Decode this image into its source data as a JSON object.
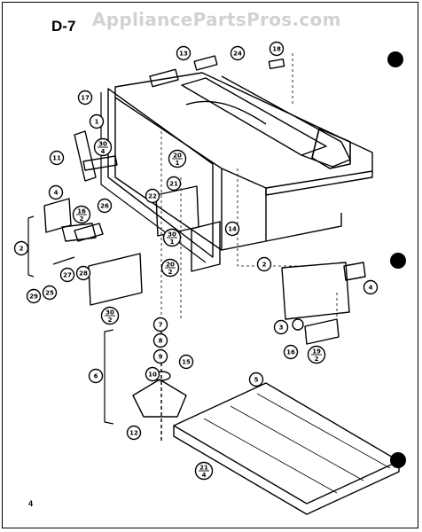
{
  "header": {
    "title": "D-7",
    "watermark": "AppliancePartsPros.com"
  },
  "footer": {
    "page_number": "4"
  },
  "callouts": [
    {
      "id": "c13",
      "label": "13",
      "frac": false
    },
    {
      "id": "c24",
      "label": "24",
      "frac": false
    },
    {
      "id": "c18",
      "label": "18",
      "frac": false
    },
    {
      "id": "c17",
      "label": "17",
      "frac": false
    },
    {
      "id": "c1",
      "label": "1",
      "frac": false
    },
    {
      "id": "c30a",
      "top": "30",
      "bottom": "4",
      "frac": true
    },
    {
      "id": "c11",
      "label": "11",
      "frac": false
    },
    {
      "id": "c20a",
      "top": "20",
      "bottom": "1",
      "frac": true
    },
    {
      "id": "c21",
      "label": "21",
      "frac": false
    },
    {
      "id": "c22",
      "label": "22",
      "frac": false
    },
    {
      "id": "c4a",
      "label": "4",
      "frac": false
    },
    {
      "id": "c16a",
      "top": "16",
      "bottom": "2",
      "frac": true
    },
    {
      "id": "c26",
      "label": "26",
      "frac": false
    },
    {
      "id": "c30b",
      "top": "30",
      "bottom": "1",
      "frac": true
    },
    {
      "id": "c14",
      "label": "14",
      "frac": false
    },
    {
      "id": "c2a",
      "label": "2",
      "frac": false
    },
    {
      "id": "c20b",
      "top": "20",
      "bottom": "2",
      "frac": true
    },
    {
      "id": "c2b",
      "label": "2",
      "frac": false
    },
    {
      "id": "c29",
      "label": "29",
      "frac": false
    },
    {
      "id": "c25",
      "label": "25",
      "frac": false
    },
    {
      "id": "c27",
      "label": "27",
      "frac": false
    },
    {
      "id": "c28",
      "label": "28",
      "frac": false
    },
    {
      "id": "c4b",
      "label": "4",
      "frac": false
    },
    {
      "id": "c30c",
      "top": "30",
      "bottom": "2",
      "frac": true
    },
    {
      "id": "c3",
      "label": "3",
      "frac": false
    },
    {
      "id": "c7",
      "label": "7",
      "frac": false
    },
    {
      "id": "c8",
      "label": "8",
      "frac": false
    },
    {
      "id": "c9",
      "label": "9",
      "frac": false
    },
    {
      "id": "c10",
      "label": "10",
      "frac": false
    },
    {
      "id": "c15",
      "label": "15",
      "frac": false
    },
    {
      "id": "c6",
      "label": "6",
      "frac": false
    },
    {
      "id": "c16b",
      "label": "16",
      "frac": false
    },
    {
      "id": "c19",
      "top": "19",
      "bottom": "2",
      "frac": true
    },
    {
      "id": "c5",
      "label": "5",
      "frac": false
    },
    {
      "id": "c12",
      "label": "12",
      "frac": false
    },
    {
      "id": "c21b",
      "top": "21",
      "bottom": "4",
      "frac": true
    }
  ]
}
